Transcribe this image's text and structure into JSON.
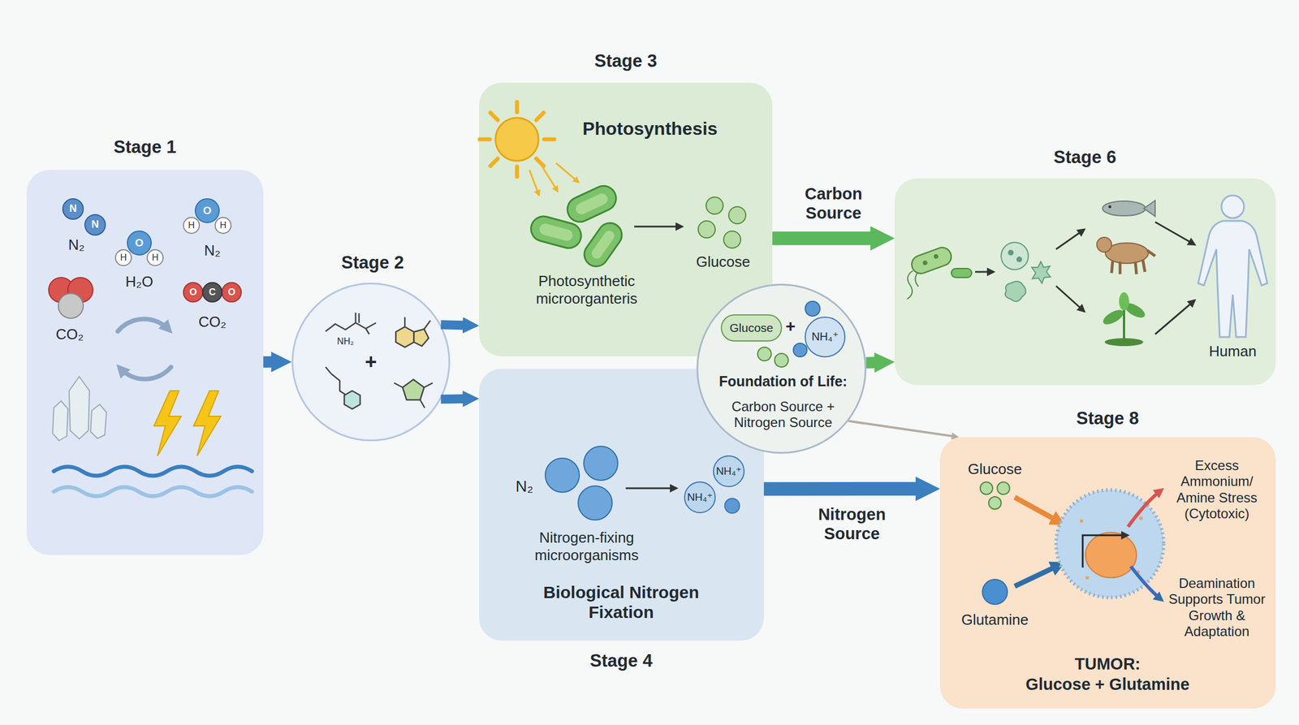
{
  "diagram": {
    "nodes": [
      {
        "text": [
          "Stage 1"
        ]
      },
      {
        "text": [
          "Stage 2"
        ]
      },
      {
        "text": [
          "Stage 3",
          "Photosynthesis"
        ]
      },
      {
        "text": [
          "Biological Nitrogen Fixation",
          "Stage 4"
        ]
      },
      {
        "text": [
          "Foundation of Life:",
          "Carbon Source + Nitrogen Source"
        ]
      },
      {
        "text": [
          "Glucose"
        ],
        "in": 4
      },
      {
        "text": [
          "NH₄⁺"
        ],
        "in": 4
      },
      {
        "text": [
          "Stage 6"
        ]
      },
      {
        "text": [
          "Stage 8",
          "TUMOR:",
          "Glucose + Glutamine"
        ]
      }
    ],
    "edges": [
      {
        "from": 0,
        "to": 1,
        "arrow": "to"
      },
      {
        "from": 1,
        "to": 2,
        "arrow": "to"
      },
      {
        "from": 1,
        "to": 3,
        "arrow": "to"
      },
      {
        "from": 2,
        "to": 7,
        "label": "Carbon Source",
        "arrow": "to"
      },
      {
        "from": 4,
        "to": 7,
        "arrow": "to"
      },
      {
        "from": 4,
        "to": 8,
        "arrow": "to"
      },
      {
        "from": 3,
        "to": 8,
        "label": "Nitrogen Source",
        "arrow": "to"
      }
    ],
    "labels": [
      "N₂",
      "N",
      "N",
      "H₂O",
      "H",
      "O",
      "H",
      "N₂",
      "H",
      "O",
      "H",
      "CO₂",
      "CO₂",
      "O",
      "C",
      "O",
      "NH₂",
      "+",
      "Glucose",
      "Photosynthetic microorganteris",
      "N₂",
      "Nitrogen-fixing microorganisms",
      "NH₄⁺",
      "NH₄⁺",
      "+",
      "Human",
      "Glucose",
      "Glutamine",
      "Excess Ammonium/ Amine Stress (Cytotoxic)",
      "Deamination Supports Tumor Growth & Adaptation"
    ]
  }
}
